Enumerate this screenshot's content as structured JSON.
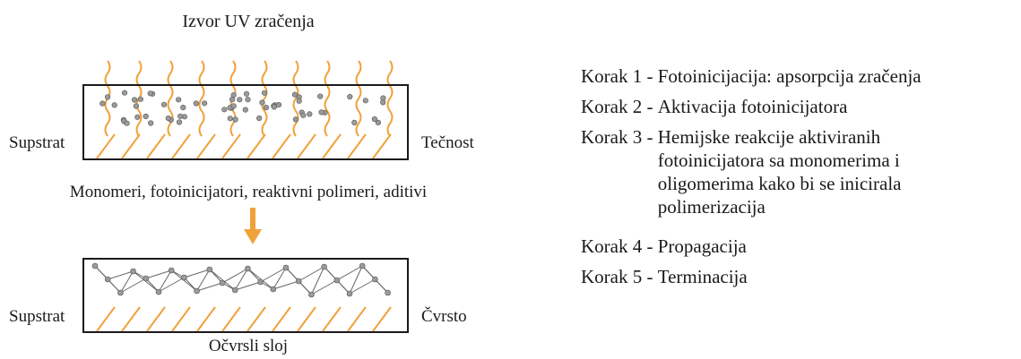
{
  "diagram": {
    "source_label": "Izvor UV zračenja",
    "liquid_layer": {
      "left_label": "Supstrat",
      "right_label": "Tečnost"
    },
    "components_label": "Monomeri, fotoinicijatori, reaktivni polimeri, aditivi",
    "solid_layer": {
      "left_label": "Supstrat",
      "right_label": "Čvrsto"
    },
    "cured_label": "Očvrsli sloj"
  },
  "steps": [
    {
      "prefix": "Korak 1 - ",
      "text": "Fotoinicijacija: apsorpcija zračenja"
    },
    {
      "prefix": "Korak 2 - ",
      "text": "Aktivacija fotoinicijatora"
    },
    {
      "prefix": "Korak 3 - ",
      "text": "Hemijske reakcije aktiviranih\nfotoinicijatora sa monomerima i\noligomerima kako bi se inicirala\npolimerizacija"
    },
    {
      "prefix": "Korak 4 - ",
      "text": "Propagacija"
    },
    {
      "prefix": "Korak 5 - ",
      "text": "Terminacija"
    }
  ],
  "colors": {
    "accent_orange": "#f0a23a",
    "particle_fill": "#9a9a9a",
    "outline": "#1a1a1a"
  },
  "icons": [
    "uv-ray-icon",
    "particle-icon",
    "down-arrow-icon",
    "polymer-network-icon"
  ]
}
